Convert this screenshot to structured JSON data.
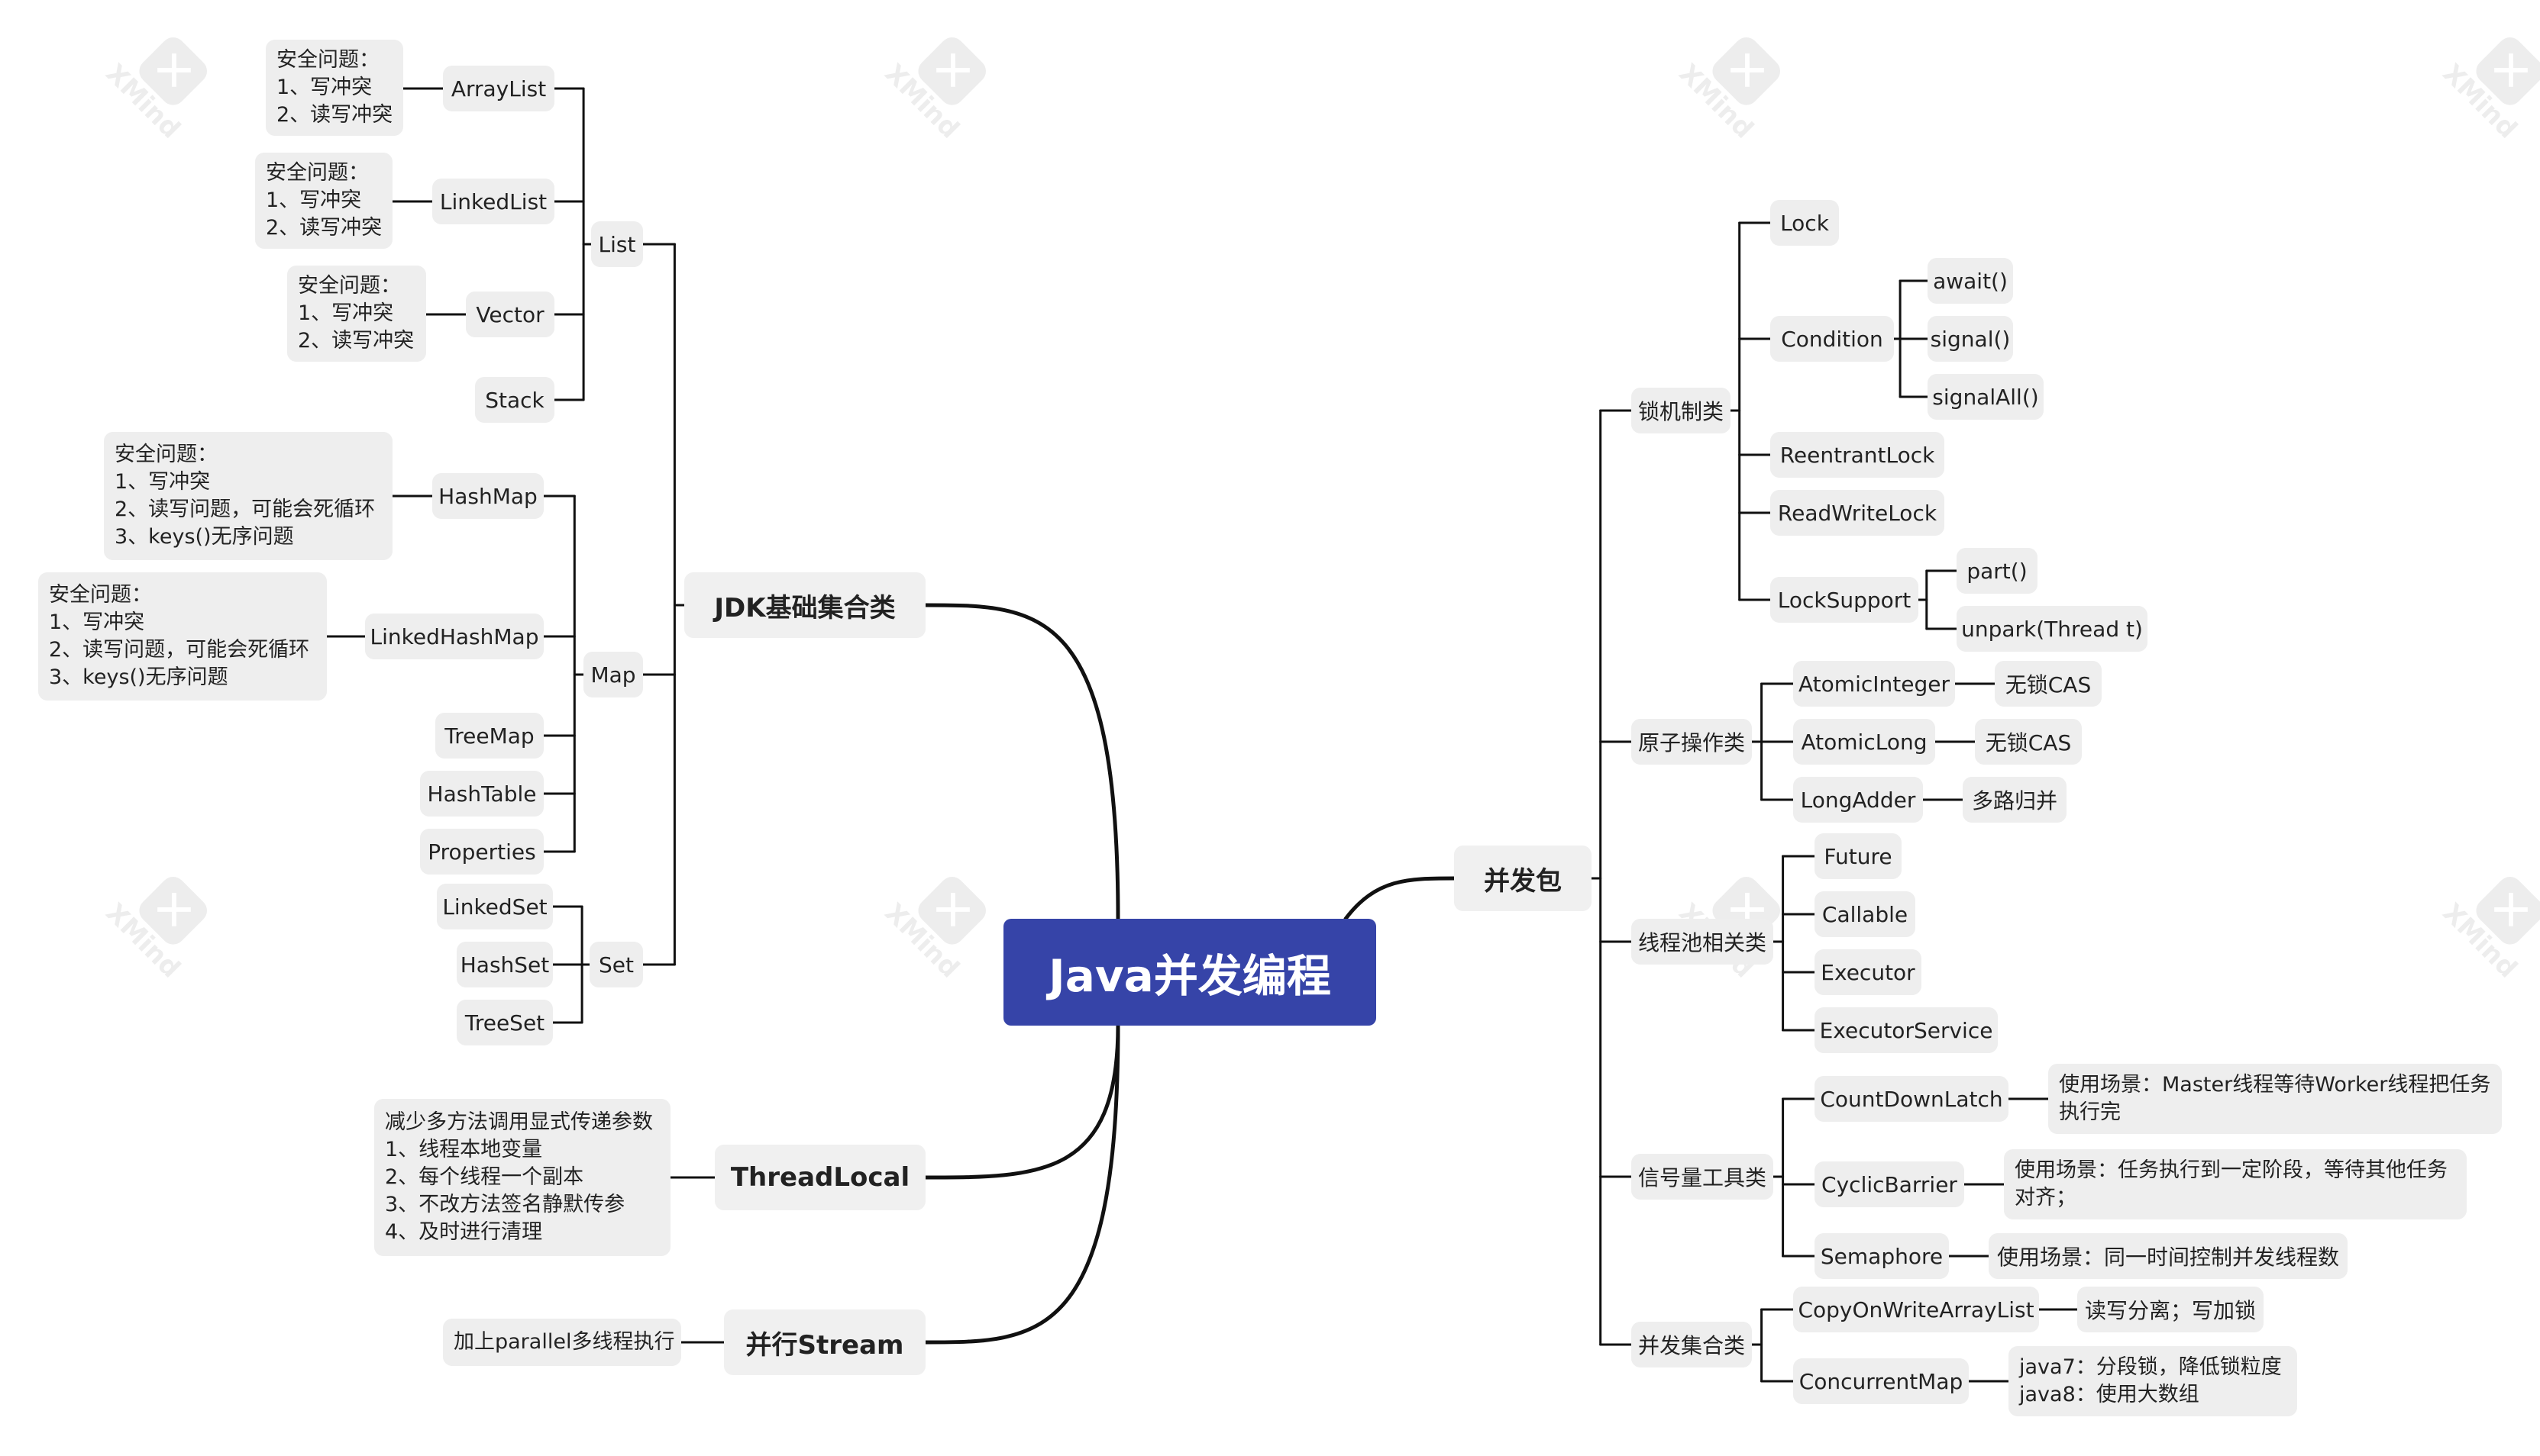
{
  "root": {
    "label": "Java并发编程"
  },
  "watermark": {
    "brand": "XMind",
    "icon": "xmind-logo-icon"
  },
  "left": {
    "jdk": {
      "label": "JDK基础集合类",
      "list": {
        "label": "List",
        "arraylist": {
          "label": "ArrayList",
          "note": "安全问题：\n1、写冲突\n2、读写冲突"
        },
        "linkedlist": {
          "label": "LinkedList",
          "note": "安全问题：\n1、写冲突\n2、读写冲突"
        },
        "vector": {
          "label": "Vector",
          "note": "安全问题：\n1、写冲突\n2、读写冲突"
        },
        "stack": {
          "label": "Stack"
        }
      },
      "map": {
        "label": "Map",
        "hashmap": {
          "label": "HashMap",
          "note": "安全问题：\n1、写冲突\n2、读写问题，可能会死循环\n3、keys()无序问题"
        },
        "linkedhashmap": {
          "label": "LinkedHashMap",
          "note": "安全问题：\n1、写冲突\n2、读写问题，可能会死循环\n3、keys()无序问题"
        },
        "treemap": {
          "label": "TreeMap"
        },
        "hashtable": {
          "label": "HashTable"
        },
        "properties": {
          "label": "Properties"
        }
      },
      "set": {
        "label": "Set",
        "linkedset": {
          "label": "LinkedSet"
        },
        "hashset": {
          "label": "HashSet"
        },
        "treeset": {
          "label": "TreeSet"
        }
      }
    },
    "threadlocal": {
      "label": "ThreadLocal",
      "note": "减少多方法调用显式传递参数\n1、线程本地变量\n2、每个线程一个副本\n3、不改方法签名静默传参\n4、及时进行清理"
    },
    "stream": {
      "label": "并行Stream",
      "note": "加上parallel多线程执行"
    }
  },
  "right": {
    "pkg": {
      "label": "并发包",
      "lock": {
        "label": "锁机制类",
        "lock": {
          "label": "Lock"
        },
        "condition": {
          "label": "Condition",
          "await": "await()",
          "signal": "signal()",
          "signalall": "signalAll()"
        },
        "reentrant": {
          "label": "ReentrantLock"
        },
        "rwlock": {
          "label": "ReadWriteLock"
        },
        "locksupport": {
          "label": "LockSupport",
          "part": "part()",
          "unpark": "unpark(Thread t)"
        }
      },
      "atomic": {
        "label": "原子操作类",
        "ai": {
          "label": "AtomicInteger",
          "note": "无锁CAS"
        },
        "al": {
          "label": "AtomicLong",
          "note": "无锁CAS"
        },
        "la": {
          "label": "LongAdder",
          "note": "多路归并"
        }
      },
      "pool": {
        "label": "线程池相关类",
        "future": "Future",
        "callable": "Callable",
        "executor": "Executor",
        "es": "ExecutorService"
      },
      "sem": {
        "label": "信号量工具类",
        "cdl": {
          "label": "CountDownLatch",
          "note": "使用场景：Master线程等待Worker线程把任务\n执行完"
        },
        "cb": {
          "label": "CyclicBarrier",
          "note": "使用场景：任务执行到一定阶段，等待其他任务\n对齐；"
        },
        "sp": {
          "label": "Semaphore",
          "note": "使用场景：同一时间控制并发线程数"
        }
      },
      "coll": {
        "label": "并发集合类",
        "cowal": {
          "label": "CopyOnWriteArrayList",
          "note": "读写分离；写加锁"
        },
        "cm": {
          "label": "ConcurrentMap",
          "note": "java7：分段锁，降低锁粒度\njava8：使用大数组"
        }
      }
    }
  }
}
